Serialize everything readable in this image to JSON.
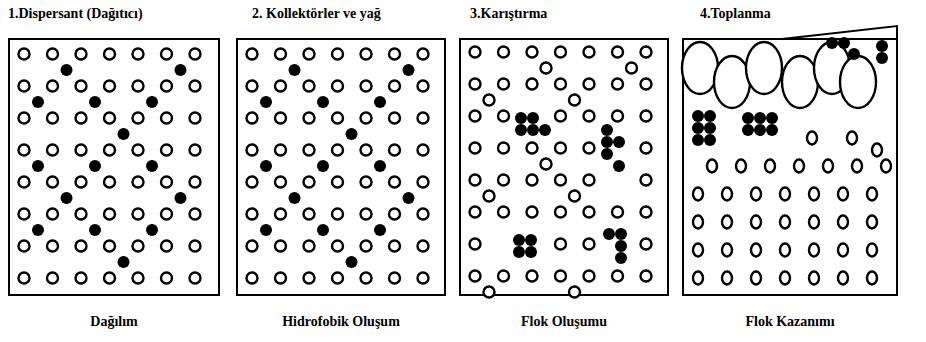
{
  "diagram": {
    "nodes": [
      {
        "text": [
          "1.Dispersant (Dağıtıcı)",
          "Dağılım"
        ]
      },
      {
        "text": [
          "2. Kollektörler ve yağ",
          "Hidrofobik Oluşum"
        ]
      },
      {
        "text": [
          "3.Karıştırma",
          "Flok Oluşumu"
        ]
      },
      {
        "text": [
          "4.Toplanma",
          "Flok Kazanımı"
        ]
      }
    ]
  }
}
